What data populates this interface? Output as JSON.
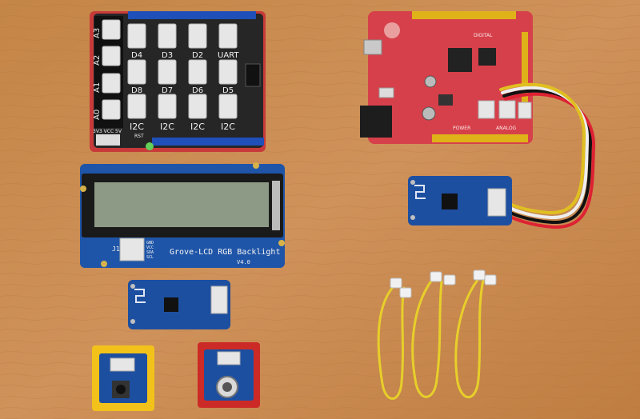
{
  "colors": {
    "wood": "#c98a4e",
    "wood_dark": "#b07038",
    "shield_board": "#2a2a2a",
    "shield_header": "#1f4fb8",
    "grove_socket": "#e6e6e6",
    "board_red": "#d6404a",
    "header_yellow": "#e0b21a",
    "grove_blue": "#1d4fa0",
    "lcd_screen": "#8d9b86",
    "cable_yellow": "#e7cf2a",
    "case_yellow": "#f2c21a",
    "case_red": "#cc2a26"
  },
  "labels": {
    "shield_ports": [
      "A3",
      "A2",
      "A1",
      "A0",
      "D4",
      "D3",
      "D2",
      "UART",
      "D8",
      "D7",
      "D6",
      "D5",
      "I2C",
      "I2C",
      "I2C",
      "I2C"
    ],
    "shield_switch": "3V3 VCC 5V",
    "shield_rst": "RST",
    "arduino_digital": "DIGITAL",
    "arduino_power": "POWER",
    "arduino_analog": "ANALOG",
    "lcd_title": "Grove-LCD RGB Backlight",
    "lcd_version": "V4.0",
    "lcd_connector": "J1",
    "lcd_pins": [
      "GND",
      "VCC",
      "SDA",
      "SCL"
    ]
  },
  "icons": {
    "shield": "grove-base-shield-icon",
    "arduino": "seeeduino-board-icon",
    "sensor": "grove-sensor-module-icon",
    "button": "push-button-icon",
    "rotary": "rotary-angle-sensor-icon"
  }
}
